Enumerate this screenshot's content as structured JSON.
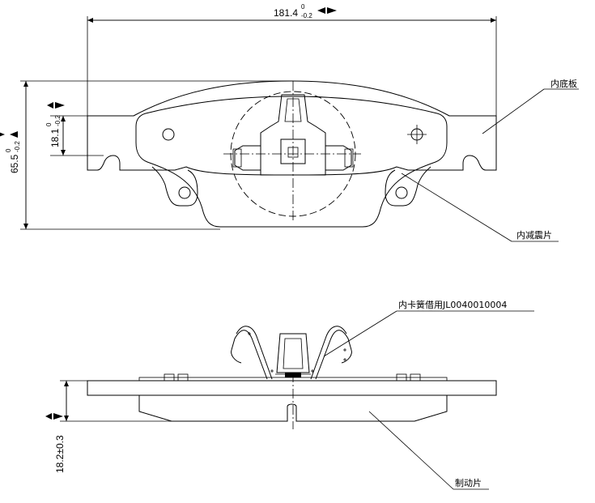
{
  "dimensions": {
    "width": {
      "nominal": "181.4",
      "tol_upper": "0",
      "tol_lower": "-0.2"
    },
    "height": {
      "nominal": "65.5",
      "tol_upper": "0",
      "tol_lower": "-0.2"
    },
    "tab_height": {
      "nominal": "18.1",
      "tol_upper": "0",
      "tol_lower": "-0.2"
    },
    "thickness": "18.2±0.3"
  },
  "labels": {
    "backing_plate": "内底板",
    "shim": "内减震片",
    "spring_clip": "内卡簧借用JL0040010004",
    "friction_pad": "制动片"
  }
}
